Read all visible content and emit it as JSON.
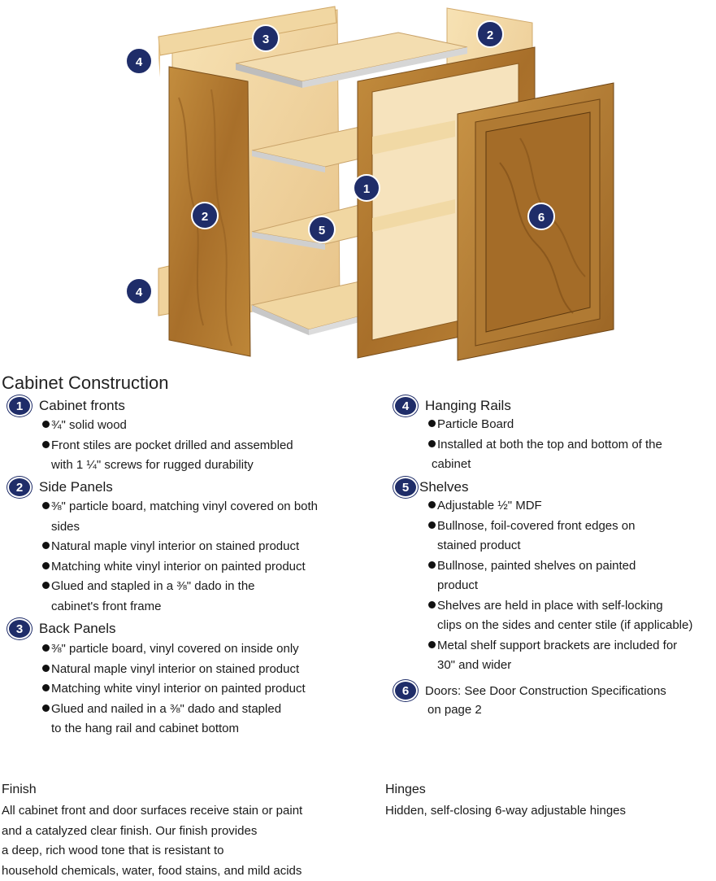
{
  "illustration": {
    "callouts": [
      "1",
      "2",
      "2",
      "3",
      "4",
      "4",
      "5",
      "6"
    ],
    "colors": {
      "badge": "#1f2d69",
      "oak": "#b5823a",
      "oak_dark": "#8a5a1f",
      "maple": "#f2d9a6",
      "edge": "#c8c8c8"
    }
  },
  "title": "Cabinet Construction",
  "sections": [
    {
      "num": "1",
      "title": "Cabinet fronts",
      "items": [
        [
          "¾\" solid wood"
        ],
        [
          "Front stiles are pocket drilled and assembled",
          "with 1 ¼\" screws for rugged durability"
        ]
      ]
    },
    {
      "num": "2",
      "title": "Side Panels",
      "items": [
        [
          "⅜\" particle board, matching vinyl covered on both",
          "sides"
        ],
        [
          "Natural maple vinyl interior on stained product"
        ],
        [
          "Matching white vinyl interior on painted product"
        ],
        [
          "Glued and stapled in a ⅜\" dado in the",
          "cabinet's front frame"
        ]
      ]
    },
    {
      "num": "3",
      "title": "Back Panels",
      "items": [
        [
          "⅜\" particle board, vinyl covered on inside only"
        ],
        [
          "Natural maple vinyl interior on stained product"
        ],
        [
          "Matching white vinyl interior on painted product"
        ],
        [
          "Glued and nailed in a ⅜\" dado and stapled",
          "to the hang rail and cabinet bottom"
        ]
      ]
    },
    {
      "num": "4",
      "title": "Hanging Rails",
      "items": [
        [
          "Particle Board"
        ],
        [
          "Installed at both the top and bottom of the",
          "cabinet"
        ]
      ]
    },
    {
      "num": "5",
      "title": "Shelves",
      "items": [
        [
          "Adjustable ½\" MDF"
        ],
        [
          "Bullnose, foil-covered front edges on",
          "stained product"
        ],
        [
          "Bullnose, painted shelves on painted",
          "product"
        ],
        [
          "Shelves are held in place with self-locking",
          "clips on the sides and center stile (if applicable)"
        ],
        [
          "Metal shelf support brackets are included for",
          "30\" and wider"
        ]
      ]
    },
    {
      "num": "6",
      "title": "Doors: See Door Construction Specifications",
      "title2": "on page 2"
    }
  ],
  "finish": {
    "title": "Finish",
    "lines": [
      "All cabinet front and door surfaces receive stain or paint",
      "and a catalyzed clear finish. Our finish provides",
      "a deep, rich wood tone that is resistant to",
      "household chemicals, water, food stains, and mild acids"
    ]
  },
  "hinges": {
    "title": "Hinges",
    "text": "Hidden, self-closing 6-way adjustable hinges"
  }
}
